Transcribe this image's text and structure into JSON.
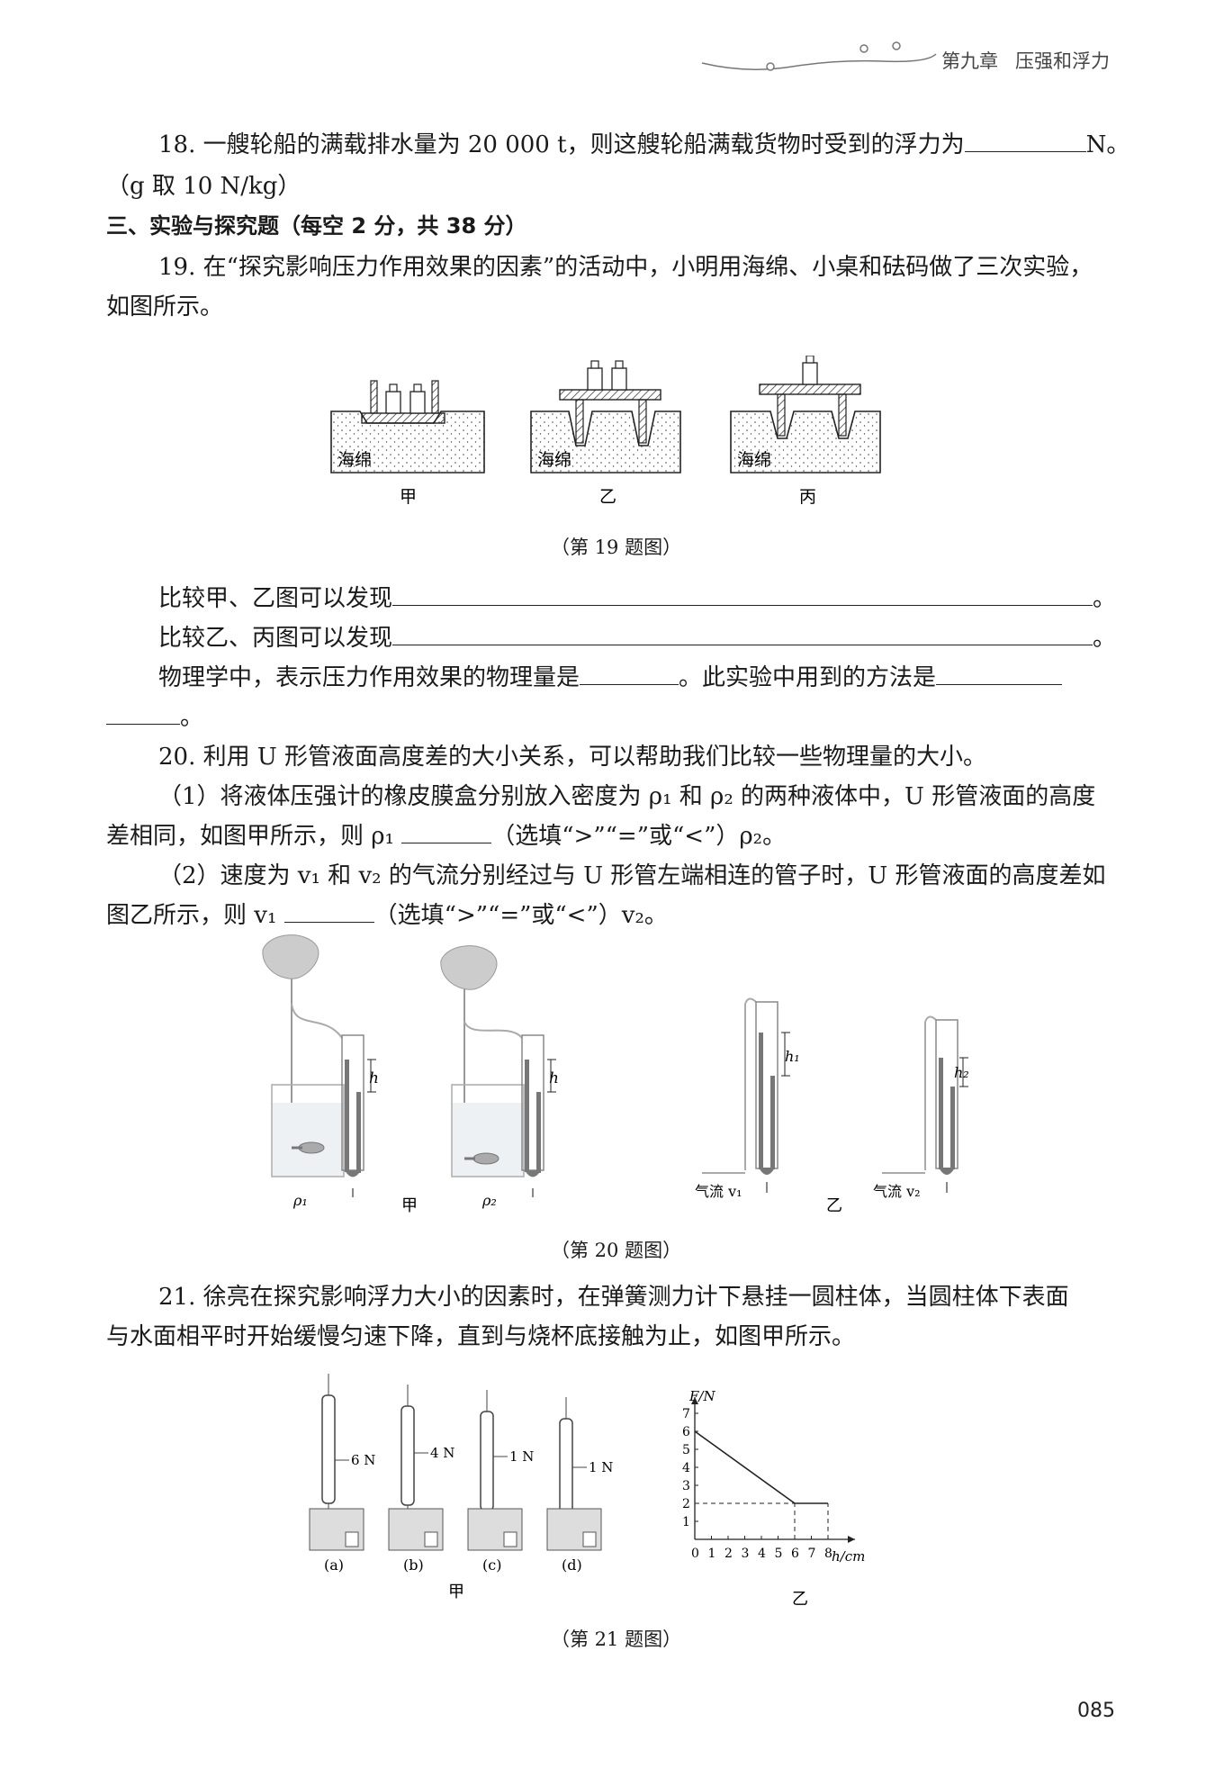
{
  "header": {
    "chapter": "第九章",
    "title": "压强和浮力"
  },
  "q18": {
    "line1": "18. 一艘轮船的满载排水量为 20 000 t，则这艘轮船满载货物时受到的浮力为",
    "unit": "N。",
    "line2": "（g 取 10 N/kg）"
  },
  "section3": {
    "heading": "三、实验与探究题（每空 2 分，共 38 分）"
  },
  "q19": {
    "line1": "19. 在“探究影响压力作用效果的因素”的活动中，小明用海绵、小桌和砝码做了三次实验，",
    "line2": "如图所示。",
    "panel_labels": [
      "甲",
      "乙",
      "丙"
    ],
    "sponge_label": "海绵",
    "caption": "（第 19 题图）",
    "compare1": "比较甲、乙图可以发现",
    "compare2": "比较乙、丙图可以发现",
    "end_mark": "。",
    "quantity_q": "物理学中，表示压力作用效果的物理量是",
    "method_q": "。此实验中用到的方法是",
    "end_mark2": "。"
  },
  "q20": {
    "line1": "20. 利用 U 形管液面高度差的大小关系，可以帮助我们比较一些物理量的大小。",
    "p1_line1": "（1）将液体压强计的橡皮膜盒分别放入密度为 ρ₁ 和 ρ₂ 的两种液体中，U 形管液面的高度",
    "p1_line2a": "差相同，如图甲所示，则 ρ₁",
    "p1_line2b": "（选填“>”“=”或“<”）ρ₂。",
    "p2_line1": "（2）速度为 v₁ 和 v₂ 的气流分别经过与 U 形管左端相连的管子时，U 形管液面的高度差如",
    "p2_line2a": "图乙所示，则 v₁",
    "p2_line2b": "（选填“>”“=”或“<”）v₂。",
    "fig_labels": {
      "h": "h",
      "h1": "h₁",
      "h2": "h₂",
      "rho1": "ρ₁",
      "rho2": "ρ₂",
      "air1": "气流 v₁",
      "air2": "气流 v₂",
      "jia": "甲",
      "yi": "乙"
    },
    "caption": "（第 20 题图）"
  },
  "q21": {
    "line1": "21. 徐亮在探究影响浮力大小的因素时，在弹簧测力计下悬挂一圆柱体，当圆柱体下表面",
    "line2": "与水面相平时开始缓慢匀速下降，直到与烧杯底接触为止，如图甲所示。",
    "meters": [
      {
        "reading": "6 N",
        "label": "(a)"
      },
      {
        "reading": "4 N",
        "label": "(b)"
      },
      {
        "reading": "1 N",
        "label": "(c)"
      },
      {
        "reading": "1 N",
        "label": "(d)"
      }
    ],
    "jia": "甲",
    "yi": "乙",
    "caption": "（第 21 题图）"
  },
  "chart_data": {
    "type": "line",
    "xlabel": "h/cm",
    "ylabel": "F/N",
    "xlim": [
      0,
      8
    ],
    "ylim": [
      0,
      7
    ],
    "x_ticks": [
      "0",
      "1",
      "2",
      "3",
      "4",
      "5",
      "6",
      "7",
      "8"
    ],
    "y_ticks": [
      "1",
      "2",
      "3",
      "4",
      "5",
      "6",
      "7"
    ],
    "series": [
      {
        "x": [
          0,
          6,
          8
        ],
        "y": [
          6,
          2,
          2
        ]
      }
    ],
    "guides": {
      "dashed_y": 2,
      "dashed_x": [
        6,
        8
      ]
    },
    "grid": false
  },
  "page_number": "085"
}
